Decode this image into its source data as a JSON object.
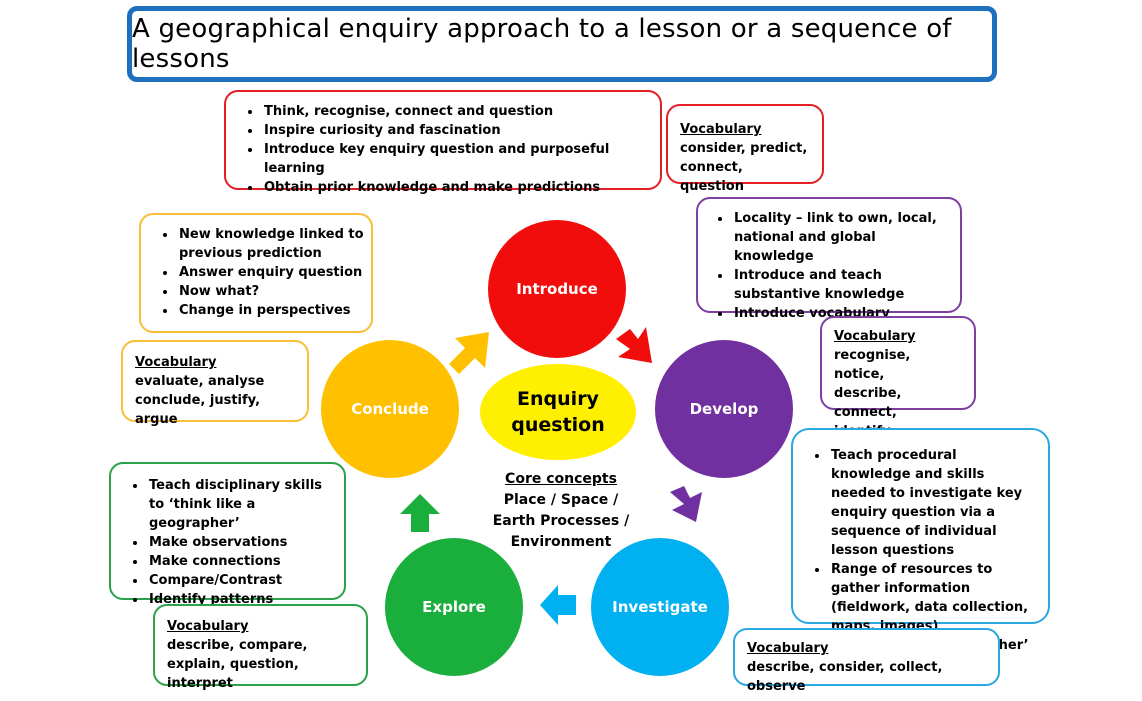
{
  "title": "A geographical enquiry approach to a lesson or a sequence of lessons",
  "center": {
    "line1": "Enquiry",
    "line2": "question"
  },
  "core_concepts": {
    "title": "Core concepts",
    "lines": [
      "Place / Space /",
      "Earth Processes /",
      "Environment"
    ]
  },
  "stages": {
    "introduce": {
      "label": "Introduce",
      "color": "#f20d0d"
    },
    "develop": {
      "label": "Develop",
      "color": "#7030a0"
    },
    "investigate": {
      "label": "Investigate",
      "color": "#00b0f0"
    },
    "explore": {
      "label": "Explore",
      "color": "#1aae3d"
    },
    "conclude": {
      "label": "Conclude",
      "color": "#ffc000"
    }
  },
  "introduce_box": {
    "items": [
      "Think, recognise, connect and question",
      "Inspire curiosity and fascination",
      "Introduce key enquiry question and purposeful learning",
      "Obtain prior knowledge and make predictions"
    ]
  },
  "introduce_vocab": {
    "heading": "Vocabulary",
    "text": "consider, predict,\nconnect, question"
  },
  "develop_box": {
    "items": [
      "Locality – link to own, local, national and global knowledge",
      "Introduce and teach substantive knowledge",
      "Introduce vocabulary"
    ]
  },
  "develop_vocab": {
    "heading": "Vocabulary",
    "text": "recognise, notice,\ndescribe, connect,\nidentify"
  },
  "investigate_box": {
    "items": [
      "Teach procedural knowledge and skills needed to investigate key enquiry question via a sequence of individual lesson questions",
      "Range of resources to gather information (fieldwork, data collection, maps, images)",
      "Teach to ‘be a geographer’"
    ]
  },
  "investigate_vocab": {
    "heading": "Vocabulary",
    "text": "describe, consider, collect, observe"
  },
  "explore_box": {
    "items": [
      "Teach disciplinary skills to ‘think like a geographer’",
      "Make observations",
      "Make connections",
      "Compare/Contrast",
      "Identify patterns"
    ]
  },
  "explore_vocab": {
    "heading": "Vocabulary",
    "text": "describe, compare,\nexplain, question, interpret"
  },
  "conclude_box": {
    "items": [
      "New knowledge linked to previous prediction",
      "Answer enquiry question",
      "Now what?",
      "Change in perspectives"
    ]
  },
  "conclude_vocab": {
    "heading": "Vocabulary",
    "text": "evaluate, analyse\nconclude, justify, argue"
  }
}
